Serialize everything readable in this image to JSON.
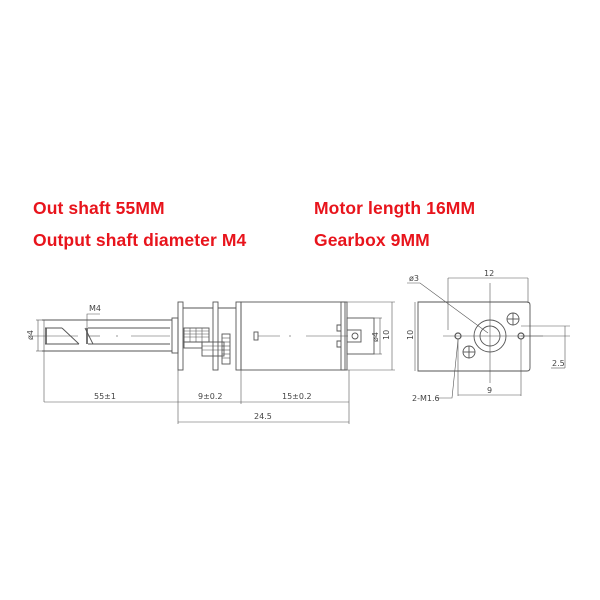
{
  "specs": {
    "out_shaft": "Out shaft 55MM",
    "output_shaft_diameter": "Output shaft diameter M4",
    "motor_length": "Motor length 16MM",
    "gearbox": "Gearbox 9MM"
  },
  "colors": {
    "spec_text": "#e8141c",
    "line": "#555555",
    "background": "#ffffff"
  },
  "side_view": {
    "thread_label": "M4",
    "shaft_diameter_label": "ø4",
    "rear_boss_diameter_label": "ø4",
    "body_height_label": "10",
    "dim_shaft_length": "55±1",
    "dim_gearbox_length": "9±0.2",
    "dim_motor_length": "15±0.2",
    "dim_total_length": "24.5"
  },
  "end_view": {
    "hole_diameter_label": "ø3",
    "width_label": "12",
    "height_label": "10",
    "offset_label": "2.5",
    "hole_spacing_label": "9",
    "mount_holes_label": "2-M1.6"
  }
}
